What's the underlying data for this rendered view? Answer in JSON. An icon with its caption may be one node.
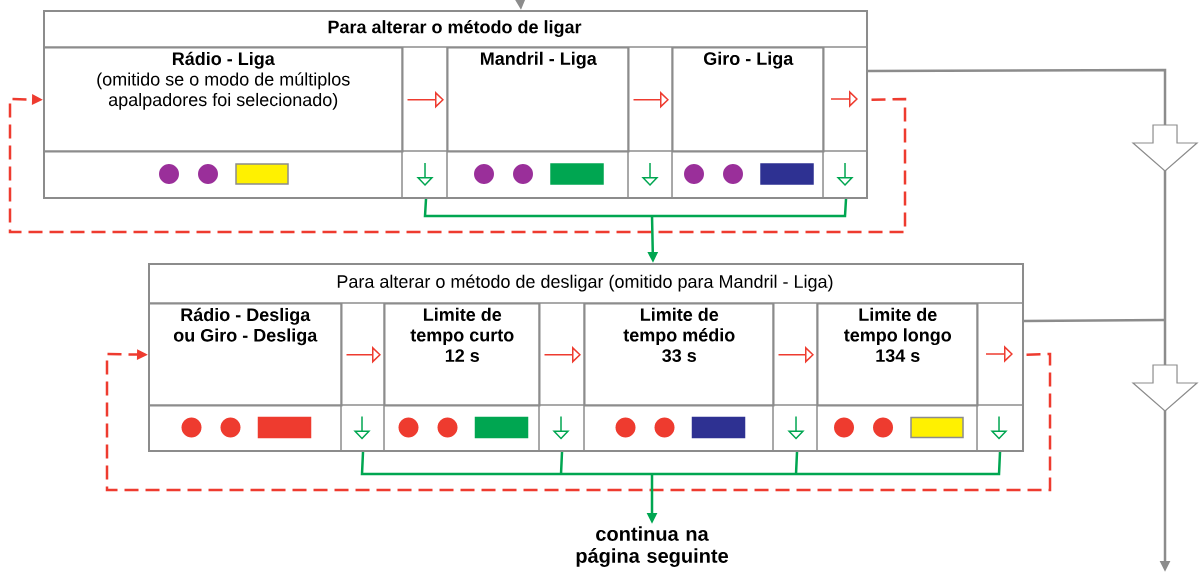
{
  "diagram": {
    "nodes": [
      {
        "text": [
          "Para alterar o método de ligar"
        ]
      },
      {
        "text": [
          "Rádio - Liga",
          "(omitido se o modo de múltiplos apalpadores foi selecionado)"
        ],
        "in": 0
      },
      {
        "text": [
          "Mandril - Liga"
        ],
        "in": 0
      },
      {
        "text": [
          "Giro - Liga"
        ],
        "in": 0
      },
      {
        "text": [
          "Para alterar o método de desligar (omitido para Mandril - Liga)"
        ]
      },
      {
        "text": [
          "Rádio - Desliga ou Giro - Desliga"
        ],
        "in": 4
      },
      {
        "text": [
          "Limite de tempo curto 12 s"
        ],
        "in": 4
      },
      {
        "text": [
          "Limite de tempo médio 33 s"
        ],
        "in": 4
      },
      {
        "text": [
          "Limite de tempo longo 134 s"
        ],
        "in": 4
      },
      {
        "text": [
          "continua na página seguinte"
        ]
      }
    ],
    "edges": [
      {
        "from": null,
        "to": 0,
        "arrow": "to",
        "color": "#8c8c8c"
      },
      {
        "from": 1,
        "to": 2,
        "arrow": "to",
        "color": "#ee3b2f"
      },
      {
        "from": 2,
        "to": 3,
        "arrow": "to",
        "color": "#ee3b2f"
      },
      {
        "from": 3,
        "to": 1,
        "arrow": "to",
        "style": "dashed",
        "color": "#ee3b2f"
      },
      {
        "from": 0,
        "to": 4,
        "arrow": "to",
        "color": "#00a651"
      },
      {
        "from": 0,
        "to": null,
        "arrow": "to",
        "color": "#8c8c8c"
      },
      {
        "from": 5,
        "to": 6,
        "arrow": "to",
        "color": "#ee3b2f"
      },
      {
        "from": 6,
        "to": 7,
        "arrow": "to",
        "color": "#ee3b2f"
      },
      {
        "from": 7,
        "to": 8,
        "arrow": "to",
        "color": "#ee3b2f"
      },
      {
        "from": 8,
        "to": 5,
        "arrow": "to",
        "style": "dashed",
        "color": "#ee3b2f"
      },
      {
        "from": 4,
        "to": null,
        "arrow": "none",
        "color": "#8c8c8c"
      },
      {
        "from": 4,
        "to": 9,
        "arrow": "to",
        "color": "#00a651"
      }
    ]
  }
}
